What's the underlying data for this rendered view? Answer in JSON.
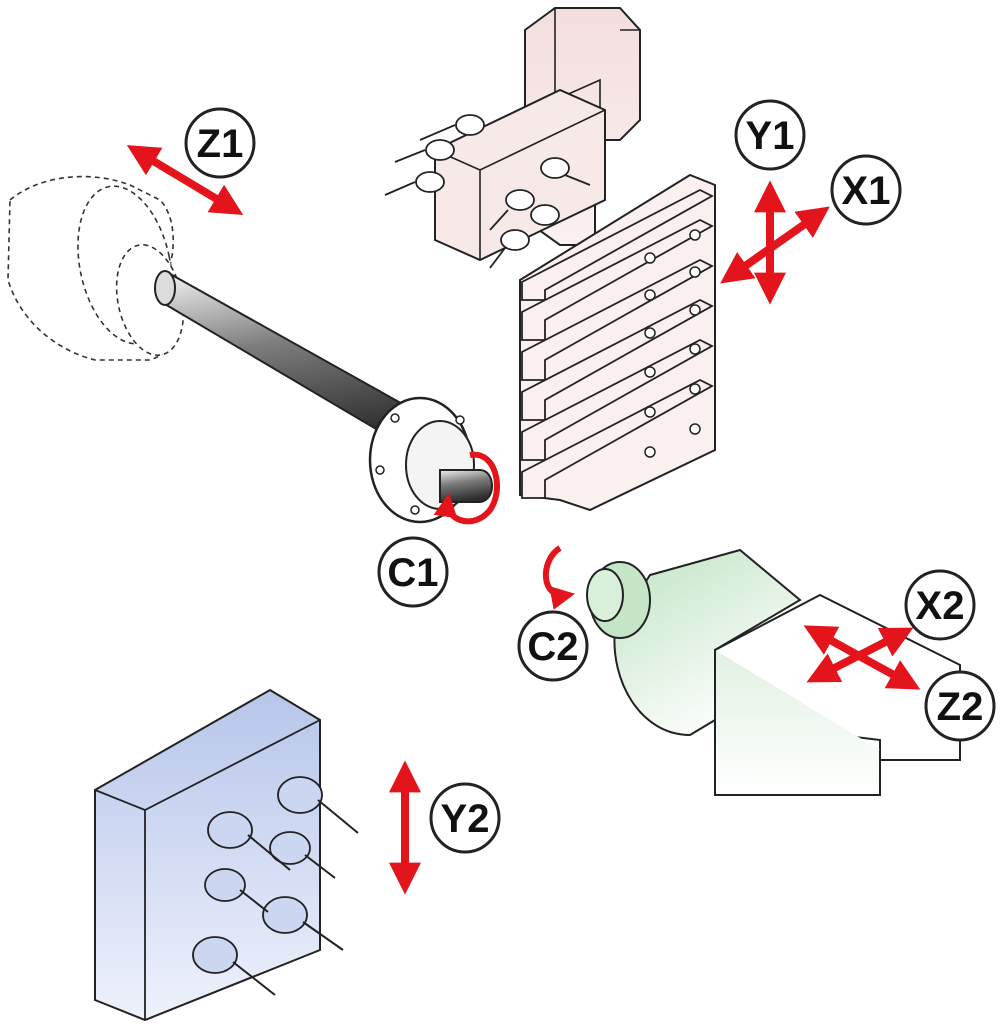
{
  "colors": {
    "arrow_red": "#e3141c",
    "outline": "#222222",
    "turret_pink": "#f6e4e4",
    "spindle2_green": "#cde9cf",
    "tool_block_blue": "#b9c7ea",
    "spindle_grey": "#8d8d8d",
    "label_fill": "#ffffff"
  },
  "axes": {
    "z1": "Z1",
    "y1": "Y1",
    "x1": "X1",
    "c1": "C1",
    "c2": "C2",
    "x2": "X2",
    "z2": "Z2",
    "y2": "Y2"
  },
  "icons": {
    "linear_axis": "double-arrow-icon",
    "rotary_axis": "rotation-arrow-icon"
  }
}
